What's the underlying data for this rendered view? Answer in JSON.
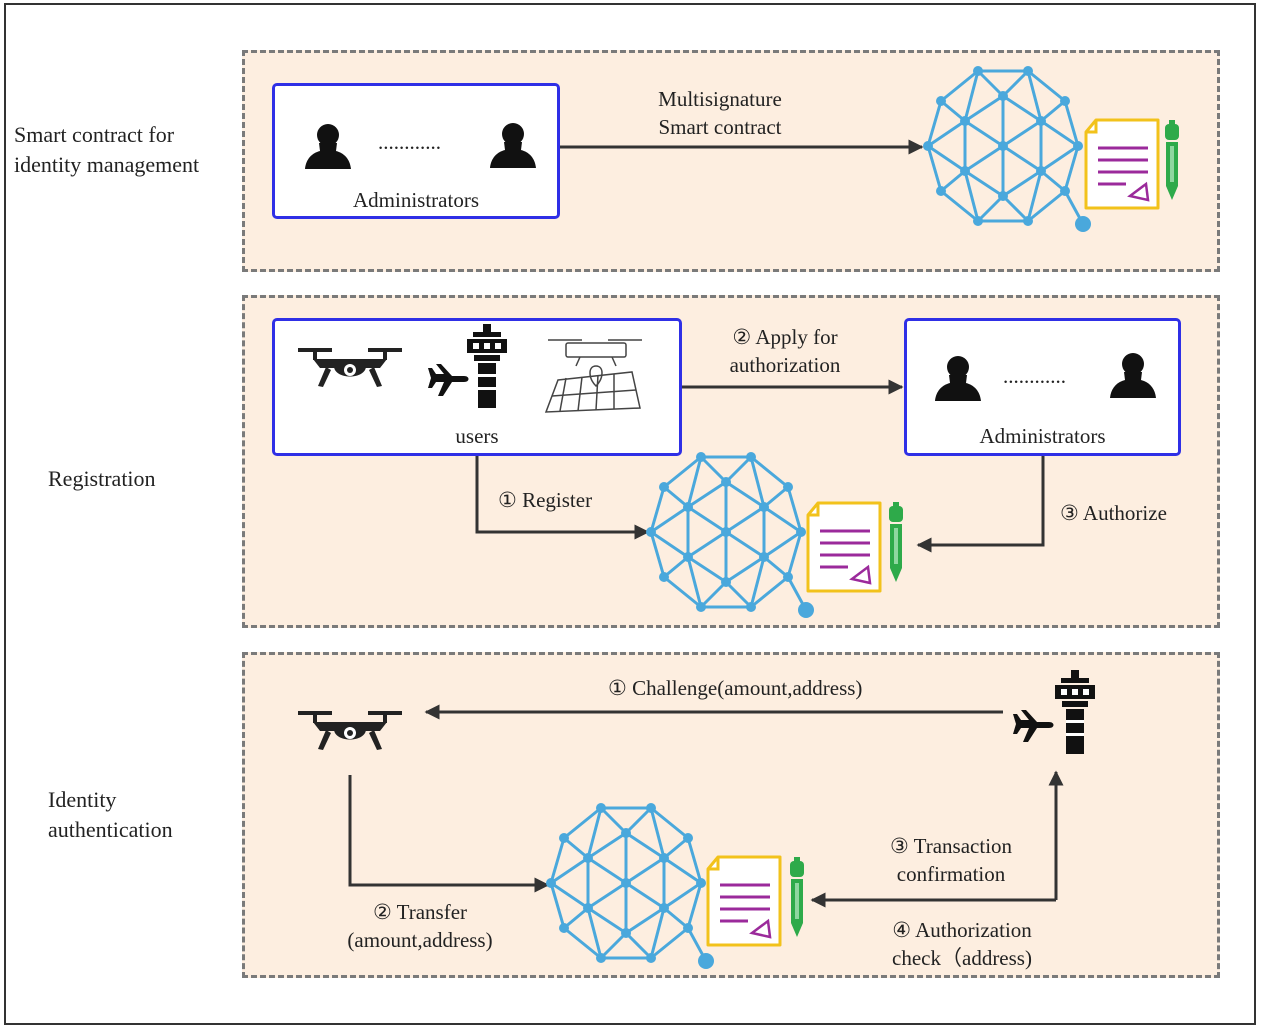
{
  "section_labels": {
    "smart_contract": [
      "Smart contract for",
      "identity management"
    ],
    "registration": "Registration",
    "identity_auth": [
      "Identity",
      "authentication"
    ]
  },
  "panel1": {
    "admins_label": "Administrators",
    "dots": "............",
    "arrow_label": [
      "Multisignature",
      "Smart contract"
    ]
  },
  "panel2": {
    "users_label": "users",
    "admins_label": "Administrators",
    "dots": "............",
    "apply_label": [
      "② Apply for",
      "authorization"
    ],
    "register_label": "① Register",
    "authorize_label": "③ Authorize"
  },
  "panel3": {
    "challenge_label": "① Challenge(amount,address)",
    "transfer_label": [
      "② Transfer",
      "(amount,address)"
    ],
    "confirm_label": [
      "③ Transaction",
      "confirmation"
    ],
    "check_label": [
      "④ Authorization",
      "check（address)"
    ]
  },
  "colors": {
    "panel_bg": "#fdeee0",
    "box_border": "#2f2fe6",
    "network": "#4aa8dc",
    "document_border": "#f2c21b",
    "document_lines": "#9b2a9b",
    "pen": "#2eaa4a",
    "arrow": "#333333"
  },
  "icons": [
    "person-icon",
    "drone-icon",
    "control-tower-icon",
    "airplane-icon",
    "agri-drone-icon",
    "blockchain-network-icon",
    "contract-document-icon",
    "pen-icon"
  ]
}
